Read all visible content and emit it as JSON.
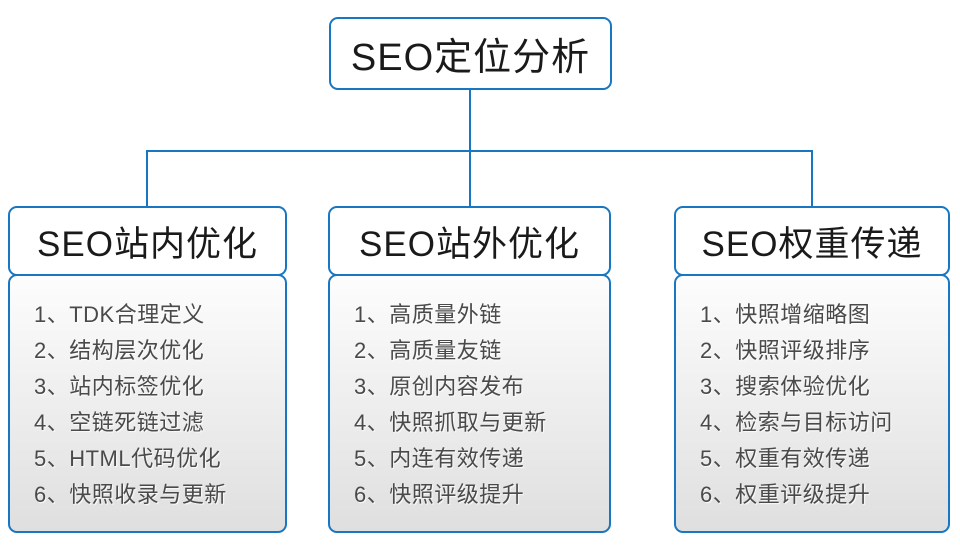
{
  "diagram": {
    "accent_color": "#1777c2",
    "root": {
      "label": "SEO定位分析"
    },
    "columns": [
      {
        "title": "SEO站内优化",
        "items": [
          "1、TDK合理定义",
          "2、结构层次优化",
          "3、站内标签优化",
          "4、空链死链过滤",
          "5、HTML代码优化",
          "6、快照收录与更新"
        ]
      },
      {
        "title": "SEO站外优化",
        "items": [
          "1、高质量外链",
          "2、高质量友链",
          "3、原创内容发布",
          "4、快照抓取与更新",
          "5、内连有效传递",
          "6、快照评级提升"
        ]
      },
      {
        "title": "SEO权重传递",
        "items": [
          "1、快照增缩略图",
          "2、快照评级排序",
          "3、搜索体验优化",
          "4、检索与目标访问",
          "5、权重有效传递",
          "6、权重评级提升"
        ]
      }
    ]
  }
}
